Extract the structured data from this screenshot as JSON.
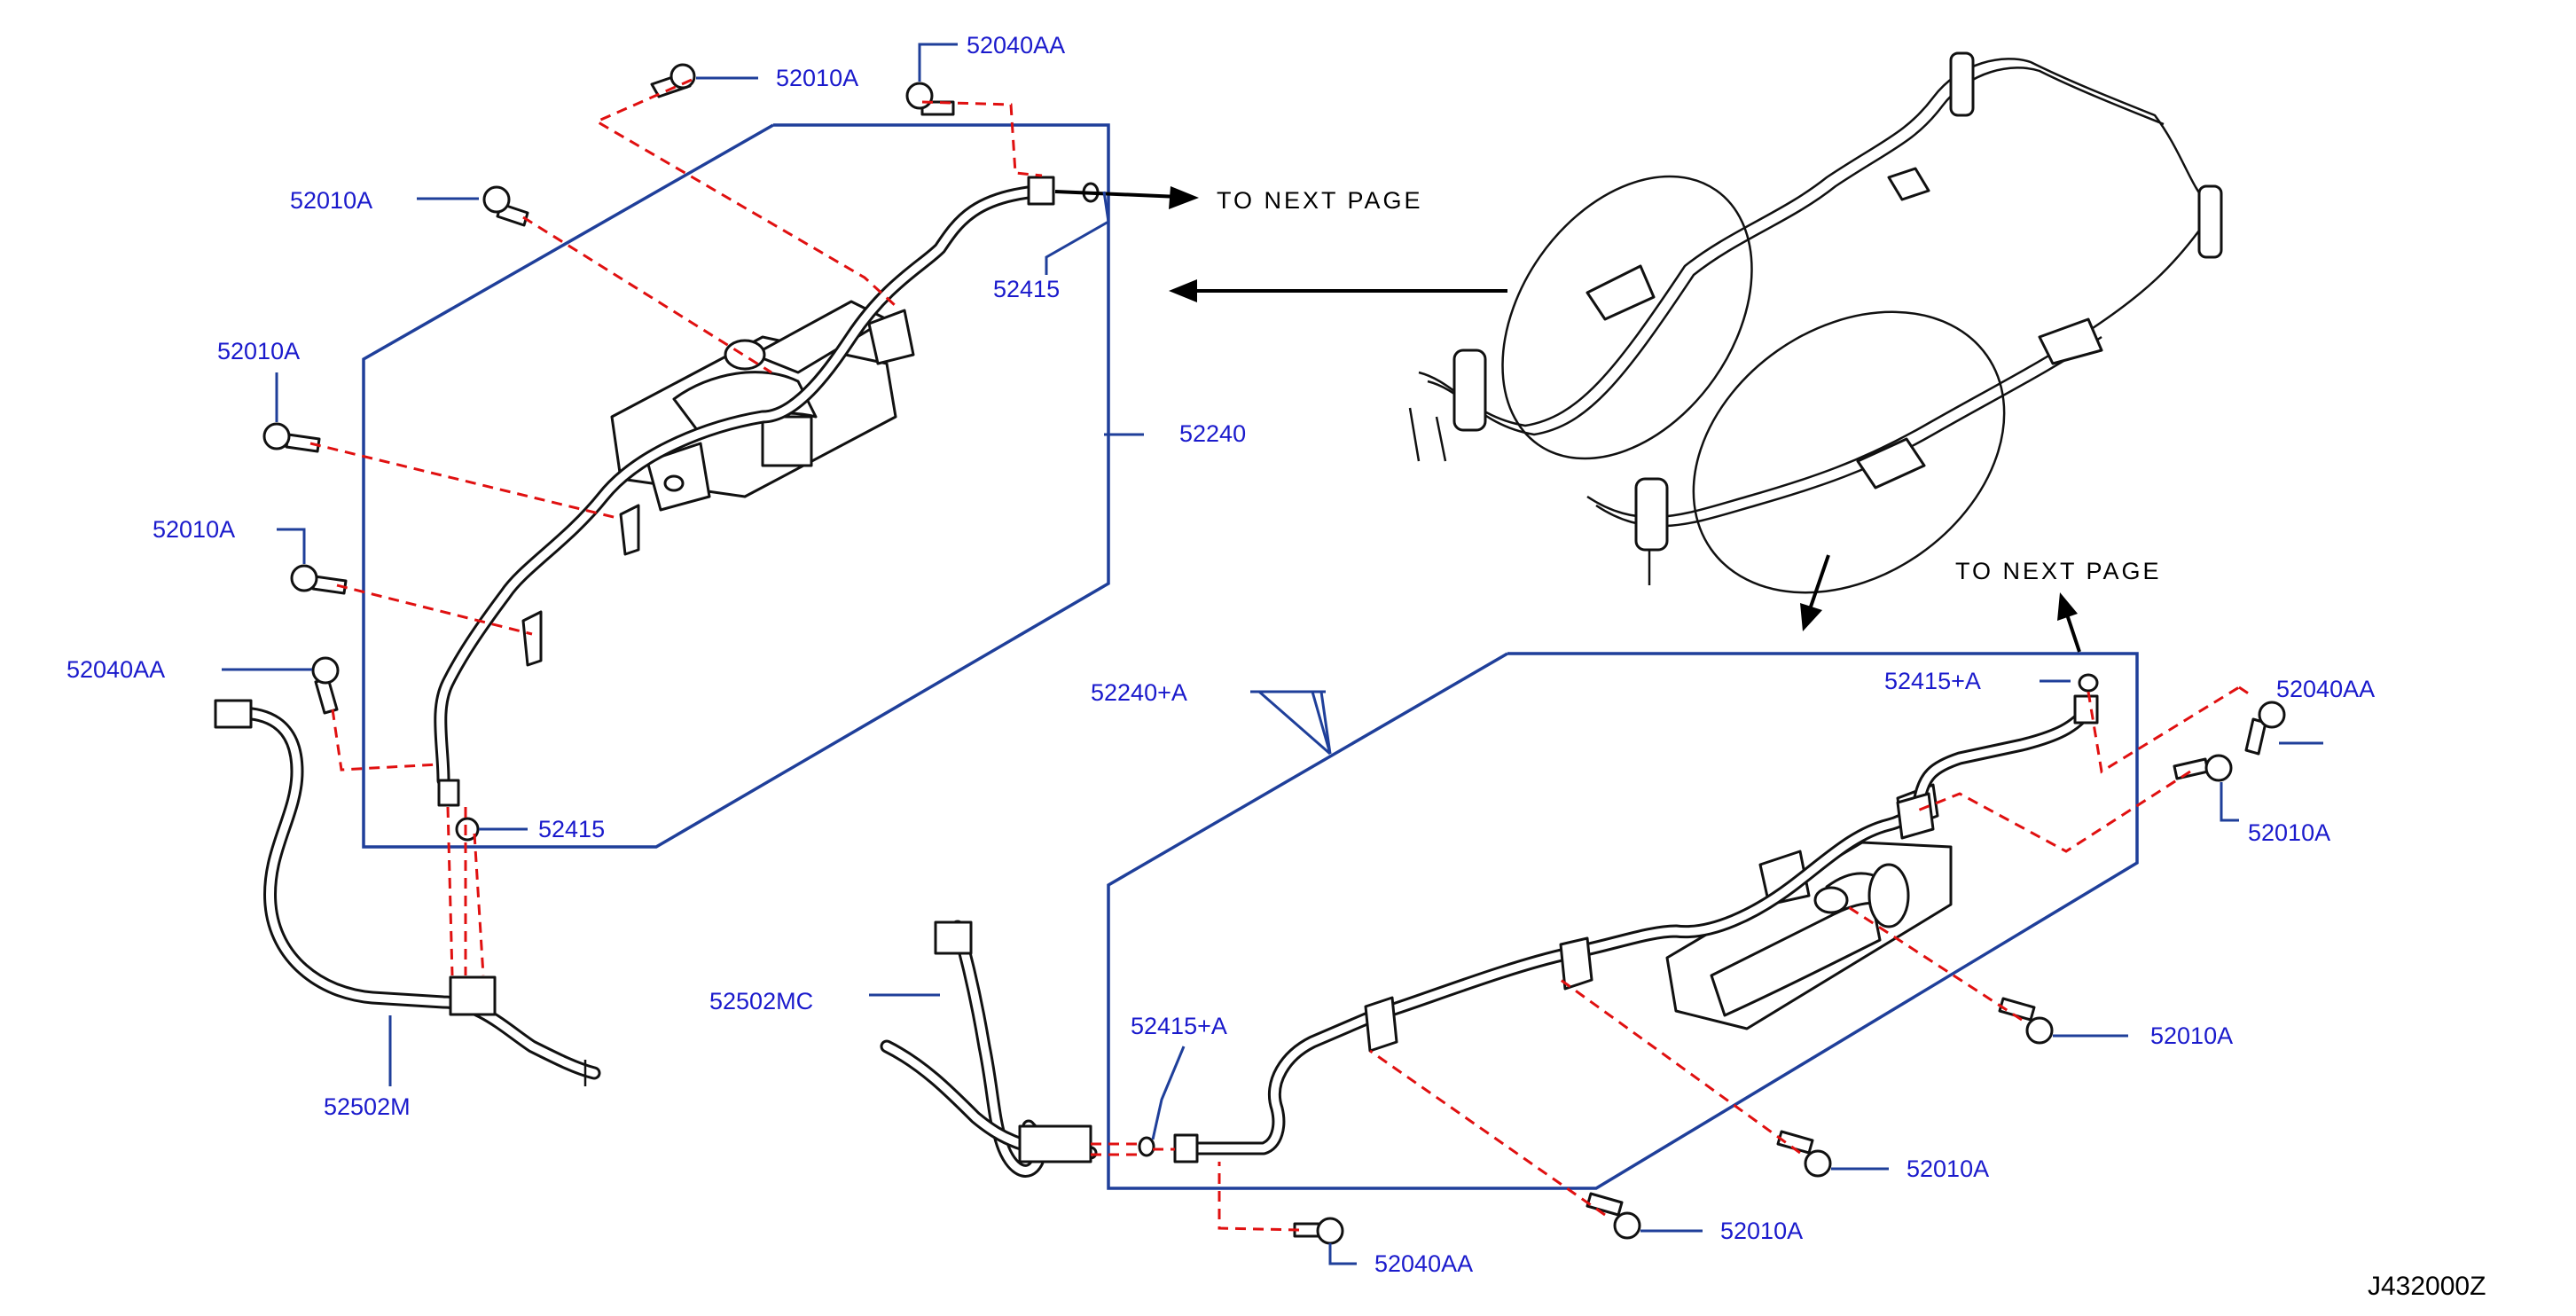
{
  "diagram": {
    "code": "J432000Z",
    "notes": {
      "to_next_page": "TO  NEXT  PAGE"
    },
    "parts": {
      "bolt_52010A": "52010A",
      "bolt_52040AA": "52040AA",
      "oring_52415": "52415",
      "oring_52415A": "52415+A",
      "tube_52240": "52240",
      "tube_52240A": "52240+A",
      "hose_52502M": "52502M",
      "hose_52502MC": "52502MC"
    }
  }
}
